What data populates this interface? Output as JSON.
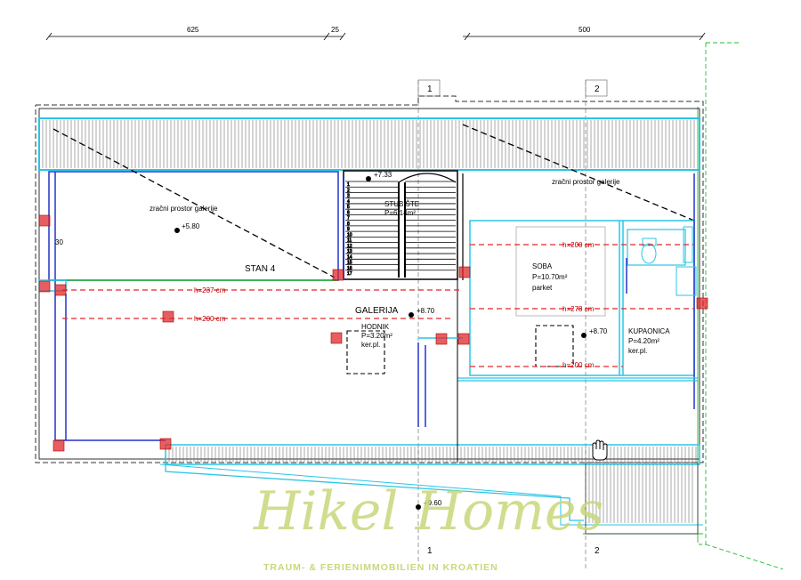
{
  "dimensions": {
    "d1": "625",
    "d2": "25",
    "d3": "500"
  },
  "axes": {
    "axis1_top": "1",
    "axis2_top": "2",
    "axis1_bottom": "1",
    "axis2_bottom": "2"
  },
  "rooms": {
    "gallery_space_left": "zračni prostor galerije",
    "gallery_space_right": "zračni prostor galerije",
    "stairs": "STUBIŠTE",
    "stairs_area": "P=6.14m²",
    "stan": "STAN 4",
    "galerija": "GALERIJA",
    "hodnik": "HODNIK",
    "hodnik_area": "P=3.20m²",
    "hodnik_floor": "ker.pl.",
    "soba": "SOBA",
    "soba_area": "P=10.70m²",
    "soba_floor": "parket",
    "kupaonica": "KUPAONICA",
    "kupaonica_area": "P=4.20m²",
    "kupaonica_floor": "ker.pl."
  },
  "levels": {
    "top": "+7.33",
    "left": "+5.80",
    "galerija": "+8.70",
    "kupaonica": "+8.70",
    "bottom": "+9.60"
  },
  "heights": {
    "h1": "h=237 cm",
    "h2": "h=200 cm",
    "h3": "h=200 cm",
    "h4": "h=278 cm",
    "h5": "h=200 cm"
  },
  "notes": {
    "small_dim": "30"
  },
  "stair_steps": [
    "1",
    "2",
    "3",
    "4",
    "5",
    "6",
    "7",
    "8",
    "9",
    "10",
    "11",
    "12",
    "13",
    "14",
    "15",
    "16",
    "17"
  ],
  "watermark": {
    "script": "Hikel Homes",
    "tagline": "TRAUM- & FERIENIMMOBILIEN IN KROATIEN"
  },
  "colors": {
    "cyan": "#29c5e6",
    "blue": "#2233cc",
    "red": "#e0282b",
    "green": "#22bb33",
    "watermark": "#c9d77a"
  }
}
